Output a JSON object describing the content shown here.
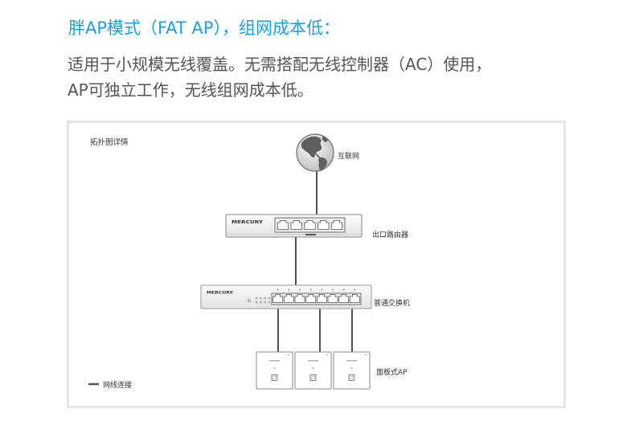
{
  "colors": {
    "heading": "#1b9fe2",
    "body_text": "#555555",
    "diagram_text": "#333333",
    "box_border": "#e6e6e6",
    "cable": "#555555"
  },
  "heading": "胖AP模式（FAT AP），组网成本低：",
  "description": {
    "lines": [
      "适用于小规模无线覆盖。无需搭配无线控制器（AC）使用，",
      "AP可独立工作，无线组网成本低。"
    ]
  },
  "topology": {
    "title": "拓扑图详情",
    "internet": {
      "label": "互联网",
      "icon": "globe-icon"
    },
    "router": {
      "label": "出口路由器",
      "brand": "MERCURY",
      "port_count": 5
    },
    "switch": {
      "label": "普通交换机",
      "brand": "MERCURY",
      "port_count": 8
    },
    "panel_ap": {
      "label": "面板式AP",
      "count": 3
    },
    "legend": {
      "label": "网线连接"
    }
  }
}
